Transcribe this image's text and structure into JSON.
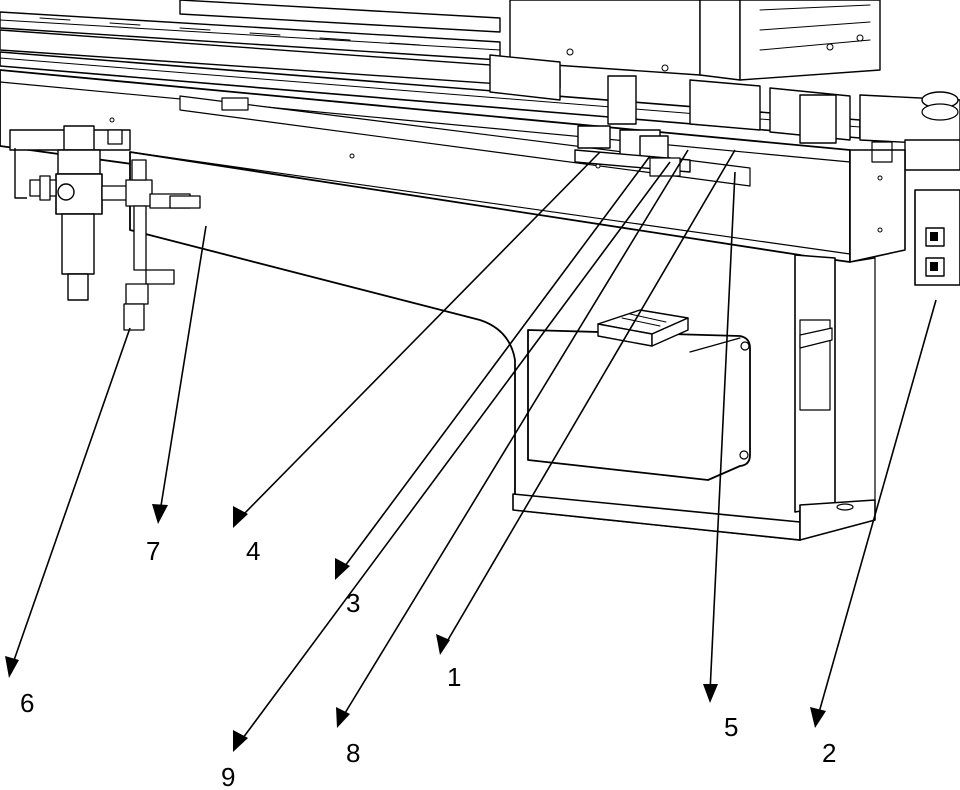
{
  "figure": {
    "kind": "exploded technical line drawing",
    "line_color": "#000000",
    "background": "#ffffff"
  },
  "callouts": [
    {
      "id": "c1",
      "label": "1"
    },
    {
      "id": "c2",
      "label": "2"
    },
    {
      "id": "c3",
      "label": "3"
    },
    {
      "id": "c4",
      "label": "4"
    },
    {
      "id": "c5",
      "label": "5"
    },
    {
      "id": "c6",
      "label": "6"
    },
    {
      "id": "c7",
      "label": "7"
    },
    {
      "id": "c8",
      "label": "8"
    },
    {
      "id": "c9",
      "label": "9"
    }
  ]
}
